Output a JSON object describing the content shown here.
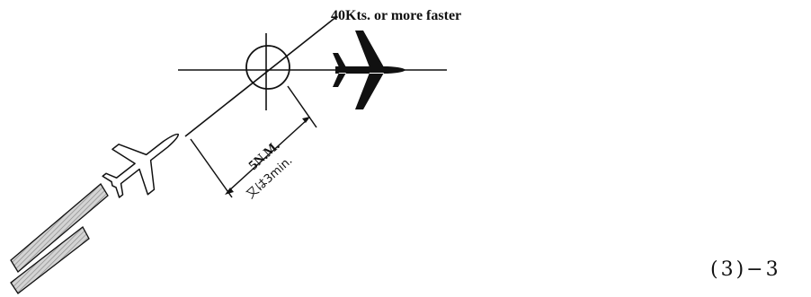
{
  "speed_label": "40Kts. or more faster",
  "distance_label": "5N.M.",
  "time_label": "又は3min.",
  "figure_number": "(3)−3",
  "colors": {
    "ink": "#111111",
    "runway_fill": "#c9c9c9",
    "background": "#ffffff"
  },
  "icons": {
    "trailing_aircraft": "outline-airplane-icon",
    "leading_aircraft": "solid-airplane-icon",
    "reference_point": "crosshair-circle-icon",
    "runway": "runway-icon"
  }
}
